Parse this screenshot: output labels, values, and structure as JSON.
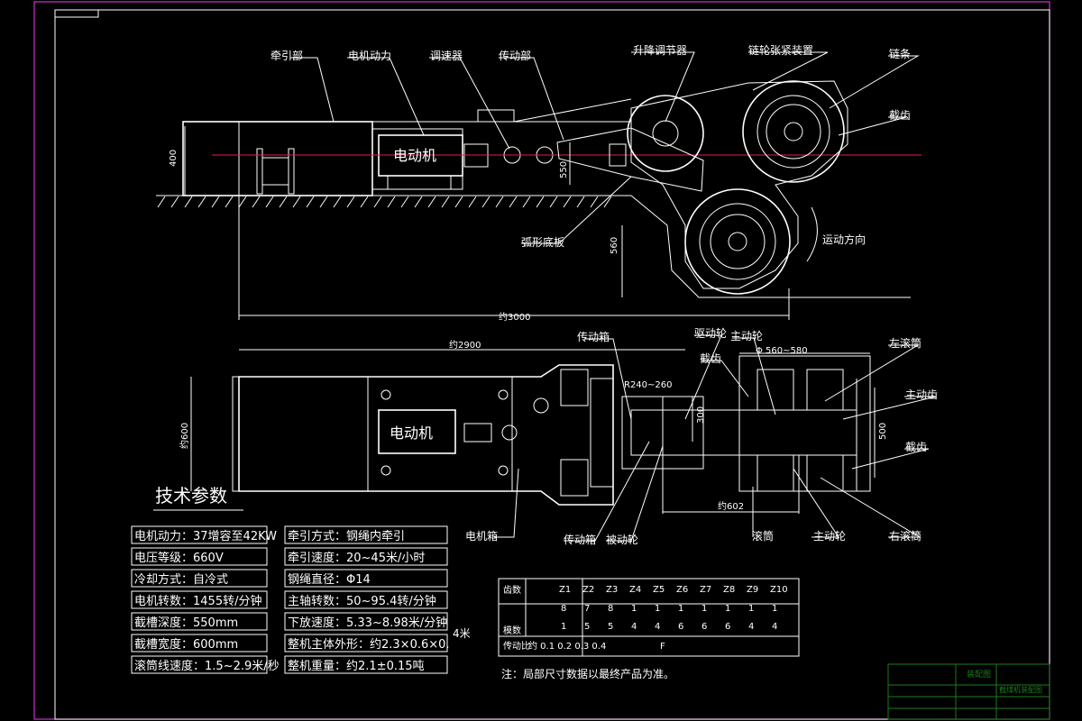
{
  "colors": {
    "background": "#000000",
    "line": "#ffffff",
    "border": "#cc33cc",
    "centerline": "#e0204a",
    "title_block": "#1e7a1e"
  },
  "side_view": {
    "labels": {
      "traction": "牵引部",
      "motor_power": "电机动力",
      "adjust_device": "调速器",
      "transmission": "传动部",
      "lift_adjust": "升降调节器",
      "chain_tension": "链轮张紧装置",
      "chain": "链条",
      "teeth": "截齿",
      "arc_board": "弧形底板",
      "motion_dir": "运动方向"
    },
    "motor": "电动机",
    "dims": {
      "h400": "400",
      "h550": "550",
      "h560": "560",
      "total_len": "约3000"
    }
  },
  "plan_view": {
    "labels": {
      "gear_box": "传动箱",
      "drive_wheel": "驱动轮",
      "driving_wheel_top": "主动轮",
      "left_drum": "左滚筒",
      "teeth_top": "截齿",
      "main_gear": "主动齿",
      "teeth_right": "截齿",
      "motor_box": "电机箱",
      "gear_box_b": "传动箱",
      "driven_wheel": "被动轮",
      "drum": "滚筒",
      "driving_wheel_b": "主动轮",
      "right_drum": "右滚筒"
    },
    "motor": "电动机",
    "dims": {
      "len": "约2900",
      "r": "R240~260",
      "d": "Φ 560~580",
      "w600": "约600",
      "h300": "300",
      "w500": "500",
      "d602": "约602"
    }
  },
  "tech": {
    "heading": "技术参数",
    "left": [
      "电机动力：37增容至42KW",
      "电压等级：660V",
      "冷却方式：自冷式",
      "电机转数：1455转/分钟",
      "截槽深度：550mm",
      "截槽宽度：600mm",
      "滚筒线速度：1.5~2.9米/秒"
    ],
    "right": [
      "牵引方式：钢绳内牵引",
      "牵引速度：20~45米/小时",
      "钢绳直径：Φ14",
      "主轴转数：50~95.4转/分钟",
      "下放速度：5.33~8.98米/分钟",
      "整机主体外形：约2.3×0.6×0.",
      "整机重量：约2.1±0.15吨"
    ],
    "side_note": "4米"
  },
  "gear_table": {
    "row1_label": "齿数",
    "row2_label": "模数",
    "row3_label": "传动比",
    "note_cell": "F",
    "cols": [
      "Z1",
      "Z2",
      "Z3",
      "Z4",
      "Z5",
      "Z6",
      "Z7",
      "Z8",
      "Z9",
      "Z10"
    ],
    "row1": [
      "8",
      "7",
      "8",
      "1",
      "1",
      "1",
      "1",
      "1",
      "1",
      "1"
    ],
    "row2": [
      "1",
      "5",
      "5",
      "4",
      "4",
      "6",
      "6",
      "6",
      "4",
      "4"
    ],
    "row3_text": "约 0.1 0.2 0.3 0.4"
  },
  "note": "注：局部尺寸数据以最终产品为准。",
  "title_block": {
    "name": "装配图",
    "drawing_title": "截煤机装配图"
  }
}
